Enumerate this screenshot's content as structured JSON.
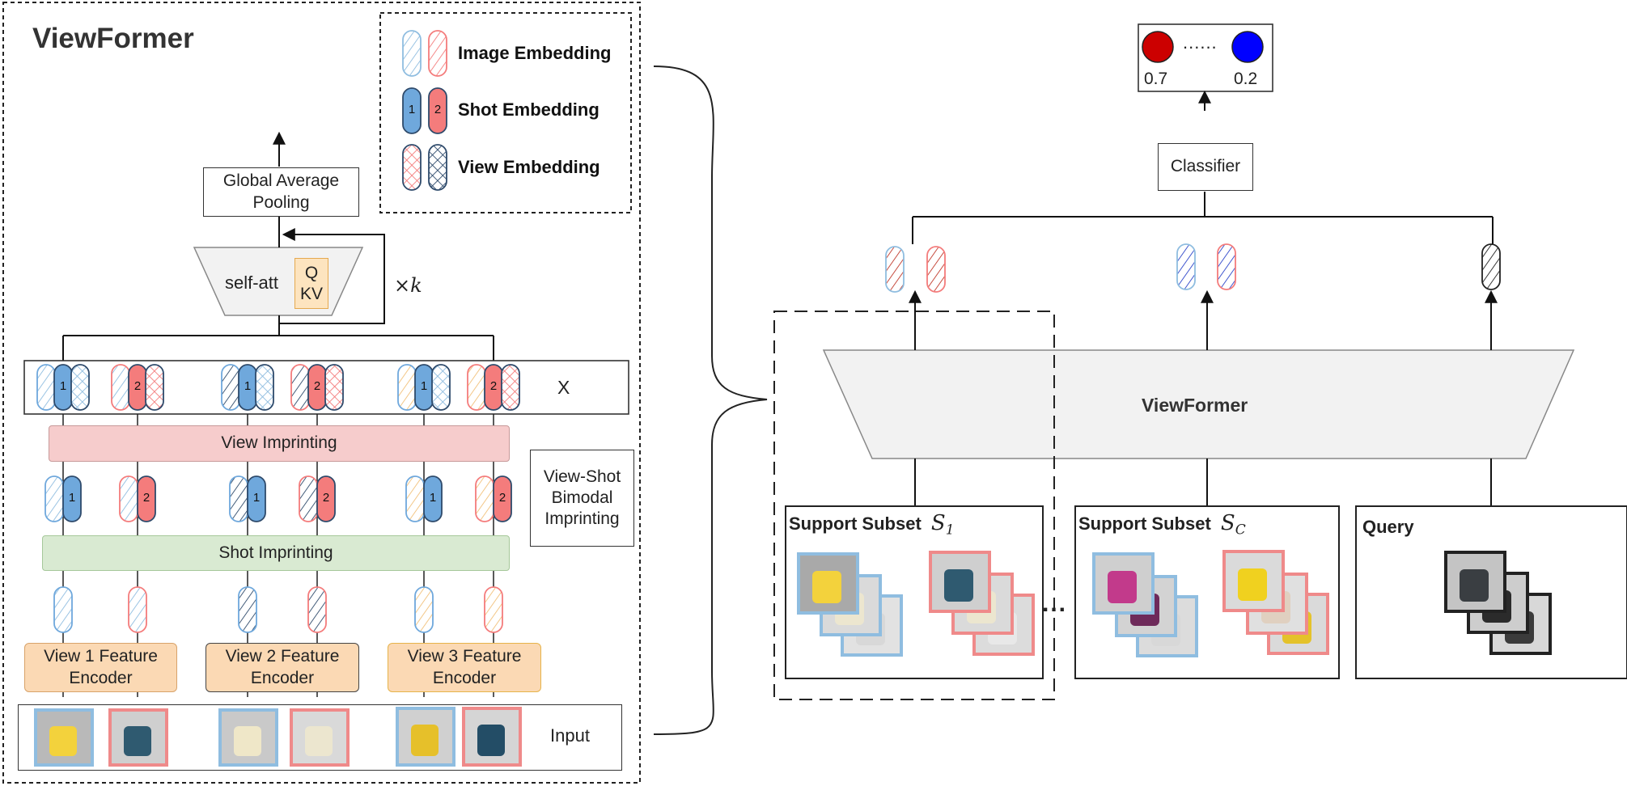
{
  "viewformer_panel": {
    "title": "ViewFormer",
    "legend": {
      "image_embedding": "Image Embedding",
      "shot_embedding": "Shot Embedding",
      "view_embedding": "View Embedding",
      "shot_numbers": [
        "1",
        "2"
      ]
    },
    "global_pooling": "Global Average Pooling",
    "self_att": "self-att",
    "qkv": "Q\nKV",
    "repeat": "×k",
    "x_label": "X",
    "view_imprinting": "View Imprinting",
    "shot_imprinting": "Shot Imprinting",
    "bimodal": "View-Shot Bimodal Imprinting",
    "encoders": [
      "View 1 Feature Encoder",
      "View 2 Feature Encoder",
      "View 3 Feature Encoder"
    ],
    "input_label": "Input"
  },
  "right_panel": {
    "probabilities": [
      "0.7",
      "0.2"
    ],
    "ellipsis": "......",
    "classifier": "Classifier",
    "viewformer": "ViewFormer",
    "support_subset_label": "Support Subset",
    "support_subset_1_symbol": "S",
    "support_subset_1_sub": "1",
    "support_subset_c_symbol": "S",
    "support_subset_c_sub": "C",
    "subset_ellipsis": "...",
    "query": "Query"
  },
  "colors": {
    "view1": "#8fbde0",
    "view2": "#2e4a6b",
    "view3": "#f2c17a",
    "shot1": "#6fa8dc",
    "shot2": "#f47c7c",
    "class_red": "#cc0000",
    "class_blue": "#0000ff"
  }
}
